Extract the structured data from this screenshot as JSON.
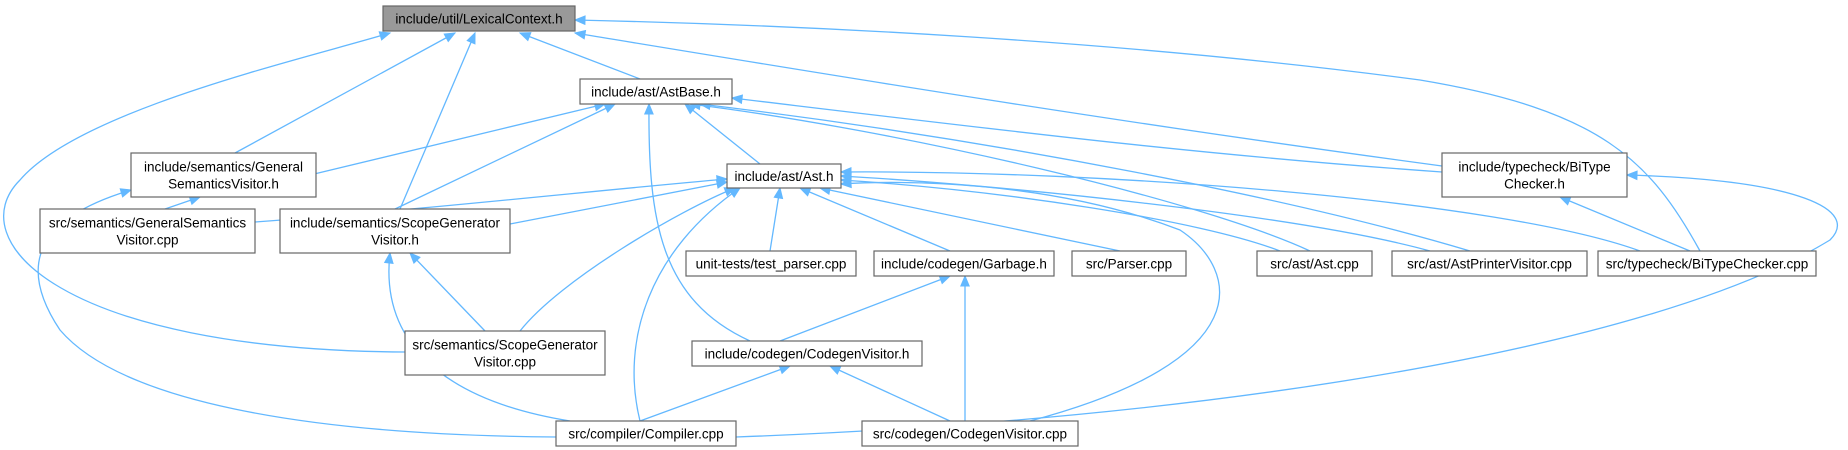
{
  "colors": {
    "edge": "#63b8ff",
    "node_border": "#666666",
    "node_fill": "#ffffff",
    "root_fill": "#999999",
    "text": "#000000"
  },
  "nodes": [
    {
      "id": "lexical",
      "lines": [
        "include/util/LexicalContext.h"
      ],
      "highlight": true
    },
    {
      "id": "astbase",
      "lines": [
        "include/ast/AstBase.h"
      ]
    },
    {
      "id": "gensemvis_h",
      "lines": [
        "include/semantics/General",
        "SemanticsVisitor.h"
      ]
    },
    {
      "id": "ast_h",
      "lines": [
        "include/ast/Ast.h"
      ]
    },
    {
      "id": "bitype_h",
      "lines": [
        "include/typecheck/BiType",
        "Checker.h"
      ]
    },
    {
      "id": "gensemvis_cpp",
      "lines": [
        "src/semantics/GeneralSemantics",
        "Visitor.cpp"
      ]
    },
    {
      "id": "scopegen_h",
      "lines": [
        "include/semantics/ScopeGenerator",
        "Visitor.h"
      ]
    },
    {
      "id": "test_parser",
      "lines": [
        "unit-tests/test_parser.cpp"
      ]
    },
    {
      "id": "garbage_h",
      "lines": [
        "include/codegen/Garbage.h"
      ]
    },
    {
      "id": "parser_cpp",
      "lines": [
        "src/Parser.cpp"
      ]
    },
    {
      "id": "ast_cpp",
      "lines": [
        "src/ast/Ast.cpp"
      ]
    },
    {
      "id": "astprinter_cpp",
      "lines": [
        "src/ast/AstPrinterVisitor.cpp"
      ]
    },
    {
      "id": "bitype_cpp",
      "lines": [
        "src/typecheck/BiTypeChecker.cpp"
      ]
    },
    {
      "id": "scopegen_cpp",
      "lines": [
        "src/semantics/ScopeGenerator",
        "Visitor.cpp"
      ]
    },
    {
      "id": "codegenvis_h",
      "lines": [
        "include/codegen/CodegenVisitor.h"
      ]
    },
    {
      "id": "compiler_cpp",
      "lines": [
        "src/compiler/Compiler.cpp"
      ]
    },
    {
      "id": "codegenvis_cpp",
      "lines": [
        "src/codegen/CodegenVisitor.cpp"
      ]
    }
  ],
  "edges": [
    {
      "from": "astbase",
      "to": "lexical"
    },
    {
      "from": "gensemvis_h",
      "to": "lexical"
    },
    {
      "from": "scopegen_h",
      "to": "lexical"
    },
    {
      "from": "scopegen_cpp",
      "to": "lexical"
    },
    {
      "from": "bitype_h",
      "to": "lexical"
    },
    {
      "from": "bitype_cpp",
      "to": "lexical"
    },
    {
      "from": "lexical_root_self_placeholder",
      "to": "none"
    },
    {
      "from": "gensemvis_h",
      "to": "astbase"
    },
    {
      "from": "scopegen_h",
      "to": "astbase"
    },
    {
      "from": "ast_h",
      "to": "astbase"
    },
    {
      "from": "codegenvis_h",
      "to": "astbase"
    },
    {
      "from": "ast_cpp",
      "to": "astbase"
    },
    {
      "from": "astprinter_cpp",
      "to": "astbase"
    },
    {
      "from": "bitype_h",
      "to": "astbase"
    },
    {
      "from": "gensemvis_cpp",
      "to": "gensemvis_h"
    },
    {
      "from": "compiler_cpp",
      "to": "gensemvis_h"
    },
    {
      "from": "gensemvis_cpp",
      "to": "ast_h"
    },
    {
      "from": "scopegen_h",
      "to": "ast_h"
    },
    {
      "from": "scopegen_cpp",
      "to": "ast_h"
    },
    {
      "from": "compiler_cpp",
      "to": "ast_h"
    },
    {
      "from": "test_parser",
      "to": "ast_h"
    },
    {
      "from": "garbage_h",
      "to": "ast_h"
    },
    {
      "from": "parser_cpp",
      "to": "ast_h"
    },
    {
      "from": "ast_cpp",
      "to": "ast_h"
    },
    {
      "from": "astprinter_cpp",
      "to": "ast_h"
    },
    {
      "from": "bitype_cpp",
      "to": "ast_h"
    },
    {
      "from": "codegenvis_cpp",
      "to": "ast_h"
    },
    {
      "from": "bitype_cpp",
      "to": "bitype_h"
    },
    {
      "from": "compiler_cpp",
      "to": "bitype_h"
    },
    {
      "from": "scopegen_cpp",
      "to": "scopegen_h"
    },
    {
      "from": "compiler_cpp",
      "to": "scopegen_h"
    },
    {
      "from": "codegenvis_h",
      "to": "garbage_h"
    },
    {
      "from": "codegenvis_cpp",
      "to": "garbage_h"
    },
    {
      "from": "compiler_cpp",
      "to": "codegenvis_h"
    },
    {
      "from": "codegenvis_cpp",
      "to": "codegenvis_h"
    }
  ]
}
